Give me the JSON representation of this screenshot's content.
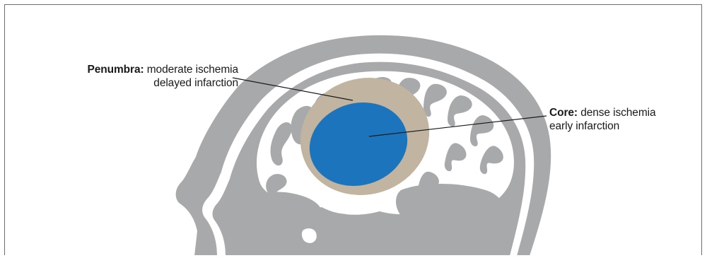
{
  "labels": {
    "penumbra": {
      "term": "Penumbra:",
      "line1": "moderate ischemia",
      "line2": "delayed infarction"
    },
    "core": {
      "term": "Core:",
      "line1": "dense ischemia",
      "line2": "early infarction"
    }
  },
  "colors": {
    "head_gray": "#a7a9ab",
    "brain_white": "#ffffff",
    "penumbra": "#c1b4a0",
    "core": "#1c75bc",
    "leader_line": "#1a1a1a",
    "border": "#6e6e6e"
  }
}
